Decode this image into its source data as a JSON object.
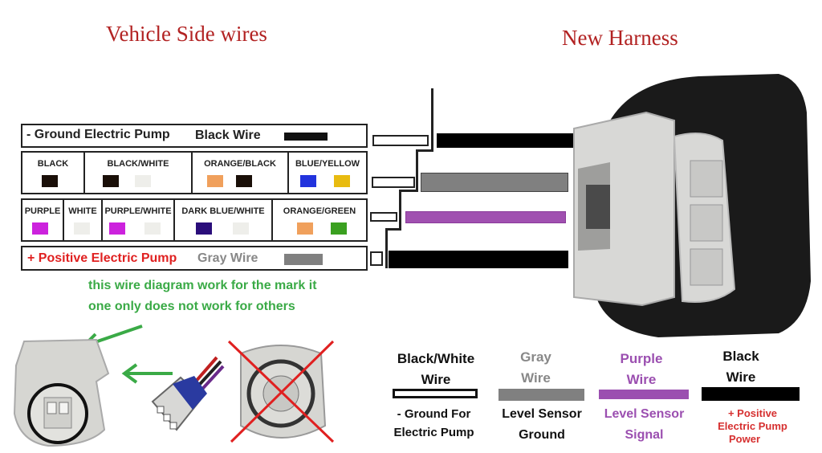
{
  "titles": {
    "left": "Vehicle Side wires",
    "right": "New Harness"
  },
  "row1": {
    "label": "- Ground Electric Pump",
    "suffix": "Black Wire"
  },
  "row2": {
    "items": [
      {
        "label": "BLACK",
        "colors": [
          "#1a0f08"
        ]
      },
      {
        "label": "BLACK/WHITE",
        "colors": [
          "#1a0f08",
          "#eeeeea"
        ]
      },
      {
        "label": "ORANGE/BLACK",
        "colors": [
          "#f0a05c",
          "#1a0f08"
        ]
      },
      {
        "label": "BLUE/YELLOW",
        "colors": [
          "#2233dd",
          "#e8bb10"
        ]
      }
    ]
  },
  "row3": {
    "items": [
      {
        "label": "PURPLE",
        "colors": [
          "#cc22dd"
        ]
      },
      {
        "label": "WHITE",
        "colors": [
          "#eeeeea"
        ]
      },
      {
        "label": "PURPLE/WHITE",
        "colors": [
          "#cc22dd",
          "#eeeeea"
        ]
      },
      {
        "label": "DARK BLUE/WHITE",
        "colors": [
          "#2a0d7a",
          "#eeeeea"
        ]
      },
      {
        "label": "ORANGE/GREEN",
        "colors": [
          "#f0a05c",
          "#3aa020"
        ]
      }
    ]
  },
  "row4": {
    "label": "+ Positive Electric Pump",
    "suffix": "Gray Wire"
  },
  "note": {
    "line1": "this wire diagram work for the mark it",
    "line2": "one only does not work for others"
  },
  "legend": [
    {
      "title_1": "Black/White",
      "title_2": "Wire",
      "desc_1": "- Ground For",
      "desc_2": "Electric Pump",
      "title_color": "#111111",
      "desc_color": "#111111",
      "wire_color": "#111111",
      "hollow": true
    },
    {
      "title_1": "Gray",
      "title_2": "Wire",
      "desc_1": "Level Sensor",
      "desc_2": "Ground",
      "title_color": "#888888",
      "desc_color": "#111111",
      "wire_color": "#808080",
      "hollow": false
    },
    {
      "title_1": "Purple",
      "title_2": "Wire",
      "desc_1": "Level Sensor",
      "desc_2": "Signal",
      "title_color": "#9b4fb0",
      "desc_color": "#9b4fb0",
      "wire_color": "#9b4fb0",
      "hollow": false
    },
    {
      "title_1": "Black",
      "title_2": "Wire",
      "desc_1": "+ Positive",
      "desc_2": "Electric Pump",
      "desc_3": "Power",
      "title_color": "#111111",
      "desc_color": "#d63030",
      "wire_color": "#000000",
      "hollow": false
    }
  ],
  "colors": {
    "title": "#b22222",
    "green": "#3aaa46",
    "red": "#e02020",
    "gray_wire": "#808080",
    "purple_wire": "#a050b0"
  },
  "icons": [
    "connector-photo",
    "harness-plug-photo",
    "crossed-out-connector-photo",
    "left-arrow-icon"
  ]
}
